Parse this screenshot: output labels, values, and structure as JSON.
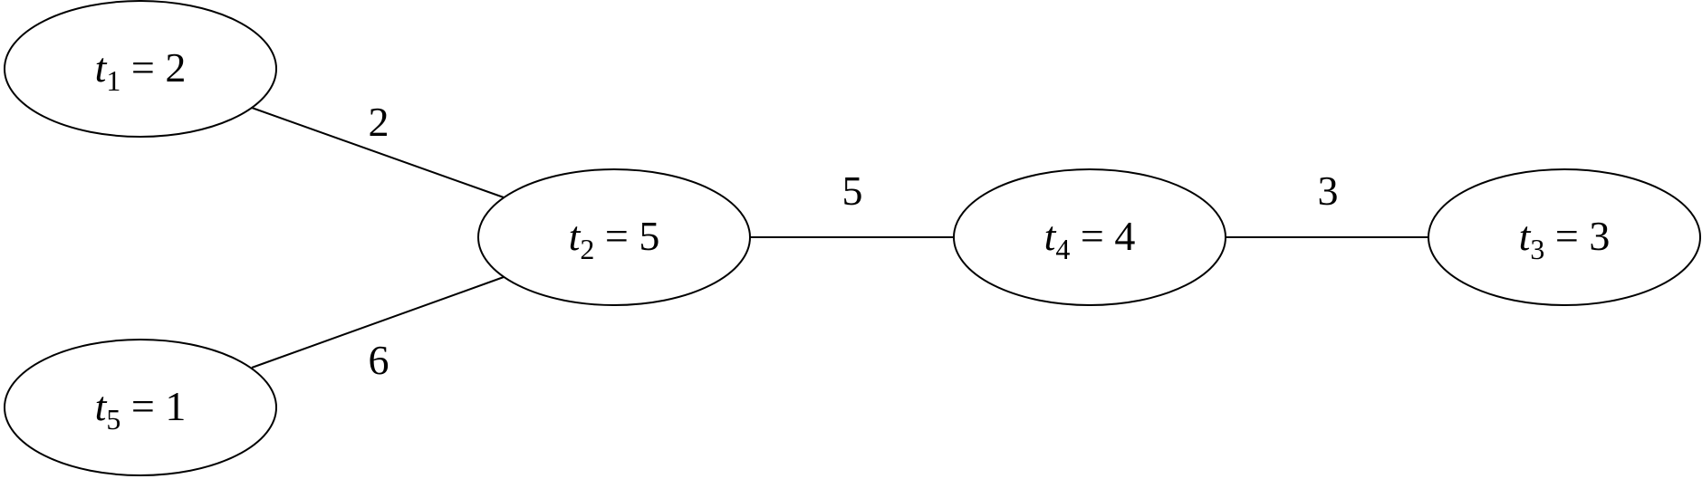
{
  "graph": {
    "nodes": [
      {
        "id": "t1",
        "var": "t",
        "sub": "1",
        "eq": " = 2"
      },
      {
        "id": "t2",
        "var": "t",
        "sub": "2",
        "eq": " = 5"
      },
      {
        "id": "t4",
        "var": "t",
        "sub": "4",
        "eq": " = 4"
      },
      {
        "id": "t3",
        "var": "t",
        "sub": "3",
        "eq": " = 3"
      },
      {
        "id": "t5",
        "var": "t",
        "sub": "5",
        "eq": " = 1"
      }
    ],
    "edges": [
      {
        "from": "t1",
        "to": "t2",
        "weight": "2"
      },
      {
        "from": "t2",
        "to": "t5",
        "weight": "6"
      },
      {
        "from": "t2",
        "to": "t4",
        "weight": "5"
      },
      {
        "from": "t4",
        "to": "t3",
        "weight": "3"
      }
    ]
  },
  "colors": {
    "stroke": "#000000",
    "background": "#ffffff"
  }
}
